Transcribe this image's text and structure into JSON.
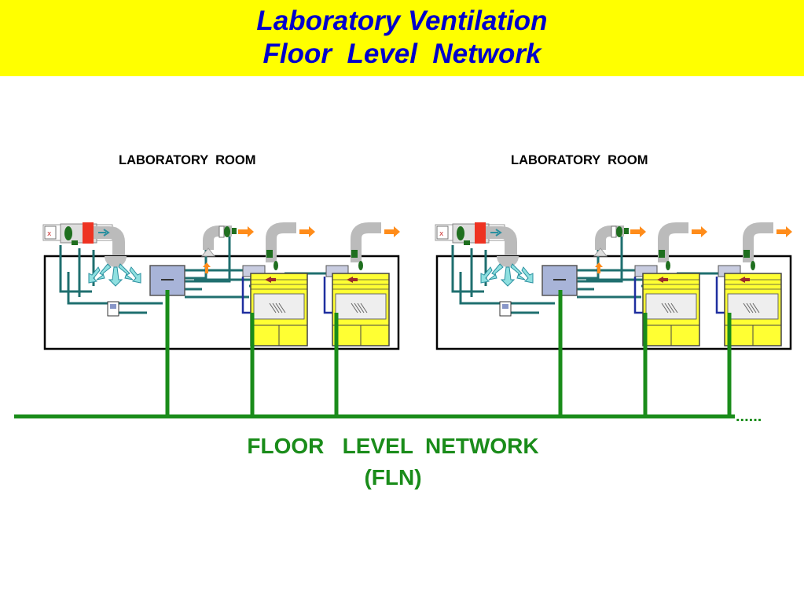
{
  "title": {
    "line1": "Laboratory Ventilation",
    "line2": "Floor  Level  Network"
  },
  "rooms": [
    {
      "label": "LABORATORY  ROOM"
    },
    {
      "label": "LABORATORY  ROOM"
    }
  ],
  "network": {
    "label_line1": "FLOOR   LEVEL  NETWORK",
    "label_line2": "(FLN)",
    "continuation": "......"
  },
  "colors": {
    "title_bg": "#ffff00",
    "title_text": "#0000cc",
    "network": "#1a8c1a",
    "duct_pipe": "#1f6f6f",
    "hood_yellow": "#ffff33",
    "exhaust_arrow": "#ff8c1a",
    "supply_arrow": "#8fe0e0",
    "controller": "#a8b4d8",
    "damper_red": "#ee3322"
  },
  "icons": [
    "supply-box-icon",
    "diffuser-icon",
    "exhaust-duct-icon",
    "fume-hood-icon",
    "room-controller-icon",
    "thermostat-icon"
  ]
}
